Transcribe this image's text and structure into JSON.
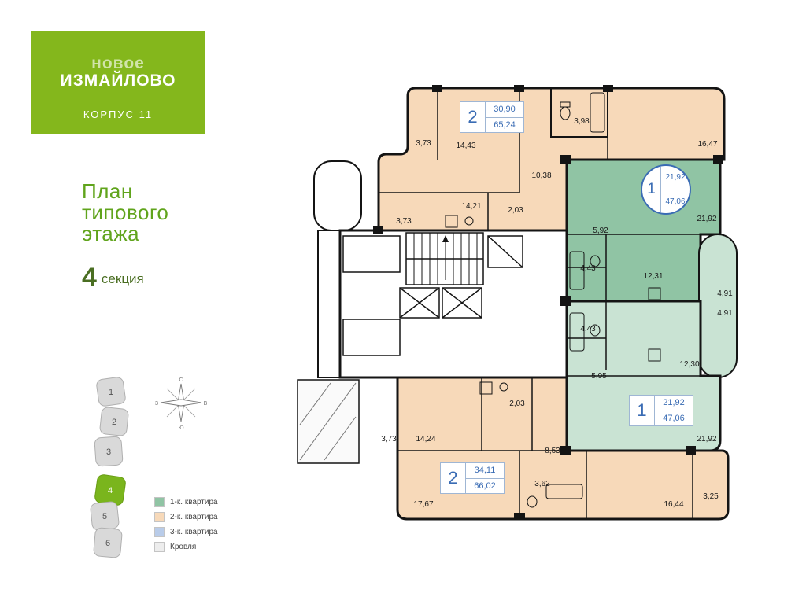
{
  "logo": {
    "brand_top": "новое",
    "brand_bottom": "ИЗМАЙЛОВО",
    "building": "КОРПУС 11"
  },
  "title": {
    "lines": [
      "План",
      "типового",
      "этажа"
    ],
    "section_number": "4",
    "section_word": "секция"
  },
  "minimap": {
    "sections": [
      "1",
      "2",
      "3",
      "4",
      "5",
      "6"
    ],
    "active_section": "4"
  },
  "compass": {
    "north": "С",
    "east": "В",
    "south": "Ю",
    "west": "З"
  },
  "legend": {
    "items": [
      {
        "label": "1-к. квартира",
        "color": "#90c4a4"
      },
      {
        "label": "2-к. квартира",
        "color": "#f7d9b9"
      },
      {
        "label": "3-к. квартира",
        "color": "#b9cce9"
      },
      {
        "label": "Кровля",
        "color": "#ededed"
      }
    ]
  },
  "plan": {
    "apartments": [
      {
        "rooms": "2",
        "area_living": "30,90",
        "area_total": "65,24"
      },
      {
        "rooms": "1",
        "area_living": "21,92",
        "area_total": "47,06"
      },
      {
        "rooms": "1",
        "area_living": "21,92",
        "area_total": "47,06"
      },
      {
        "rooms": "2",
        "area_living": "34,11",
        "area_total": "66,02"
      }
    ],
    "dims": [
      "3,73",
      "14,43",
      "3,98",
      "16,47",
      "10,38",
      "14,21",
      "2,03",
      "3,73",
      "21,92",
      "5,92",
      "4,43",
      "12,31",
      "4,91",
      "4,91",
      "4,43",
      "12,30",
      "5,95",
      "21,92",
      "3,73",
      "14,24",
      "2,03",
      "8,53",
      "3,62",
      "17,67",
      "16,44",
      "3,25"
    ],
    "colors": {
      "wall": "#141414",
      "one_room": "#90c4a4",
      "one_room_light": "#c9e3d3",
      "two_room": "#f7d9b9",
      "badge_blue": "#3a6cb4"
    }
  }
}
